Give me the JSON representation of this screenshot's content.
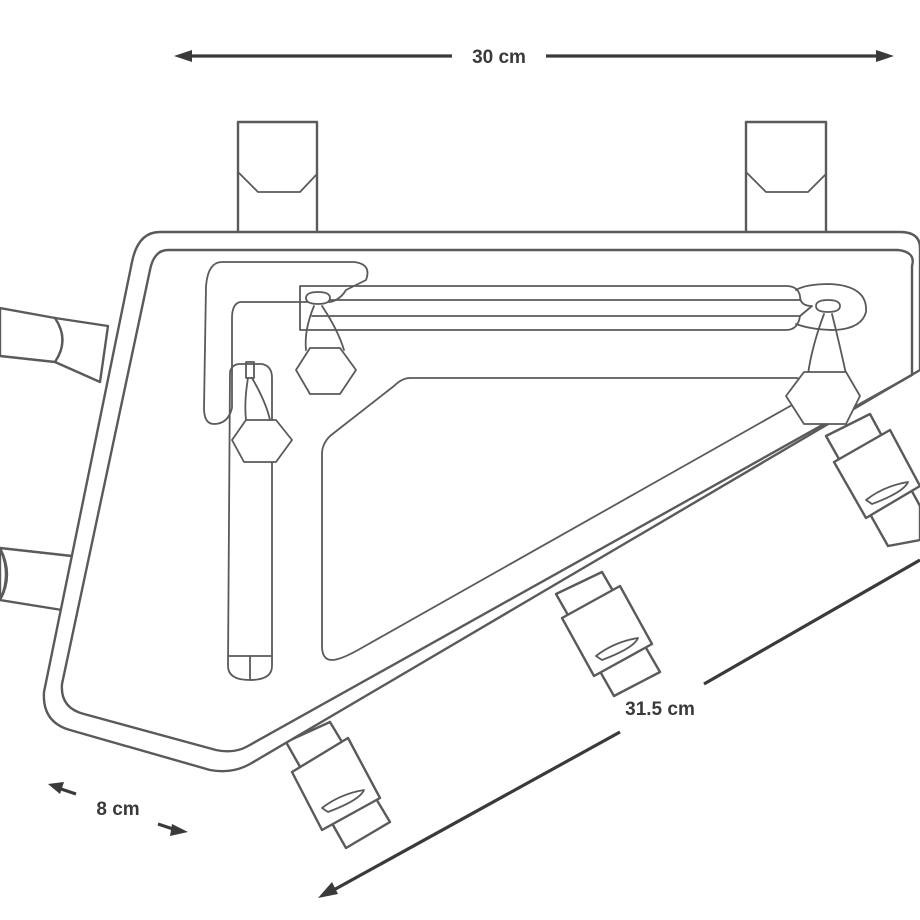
{
  "dimensions": {
    "top_length": "30 cm",
    "diagonal_length": "31.5 cm",
    "width": "8 cm"
  },
  "colors": {
    "line": "#5a5a5a",
    "dimension": "#3a3a3a",
    "background": "#ffffff"
  }
}
